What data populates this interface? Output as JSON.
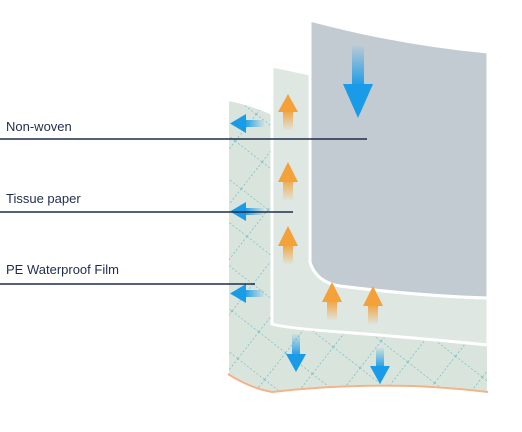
{
  "labels": {
    "non_woven": "Non-woven",
    "tissue_paper": "Tissue paper",
    "pe_film": "PE Waterproof Film"
  },
  "colors": {
    "non_woven_layer": "#c3cbd2",
    "tissue_layer": "#dfe7e2",
    "pe_layer": "#d8e4dc",
    "pattern": "#4fb3c2",
    "arrow_blue": "#1a9be8",
    "arrow_orange": "#f4a13a",
    "leader_line": "#1f2d4d",
    "label_text": "#1f2d4d"
  }
}
